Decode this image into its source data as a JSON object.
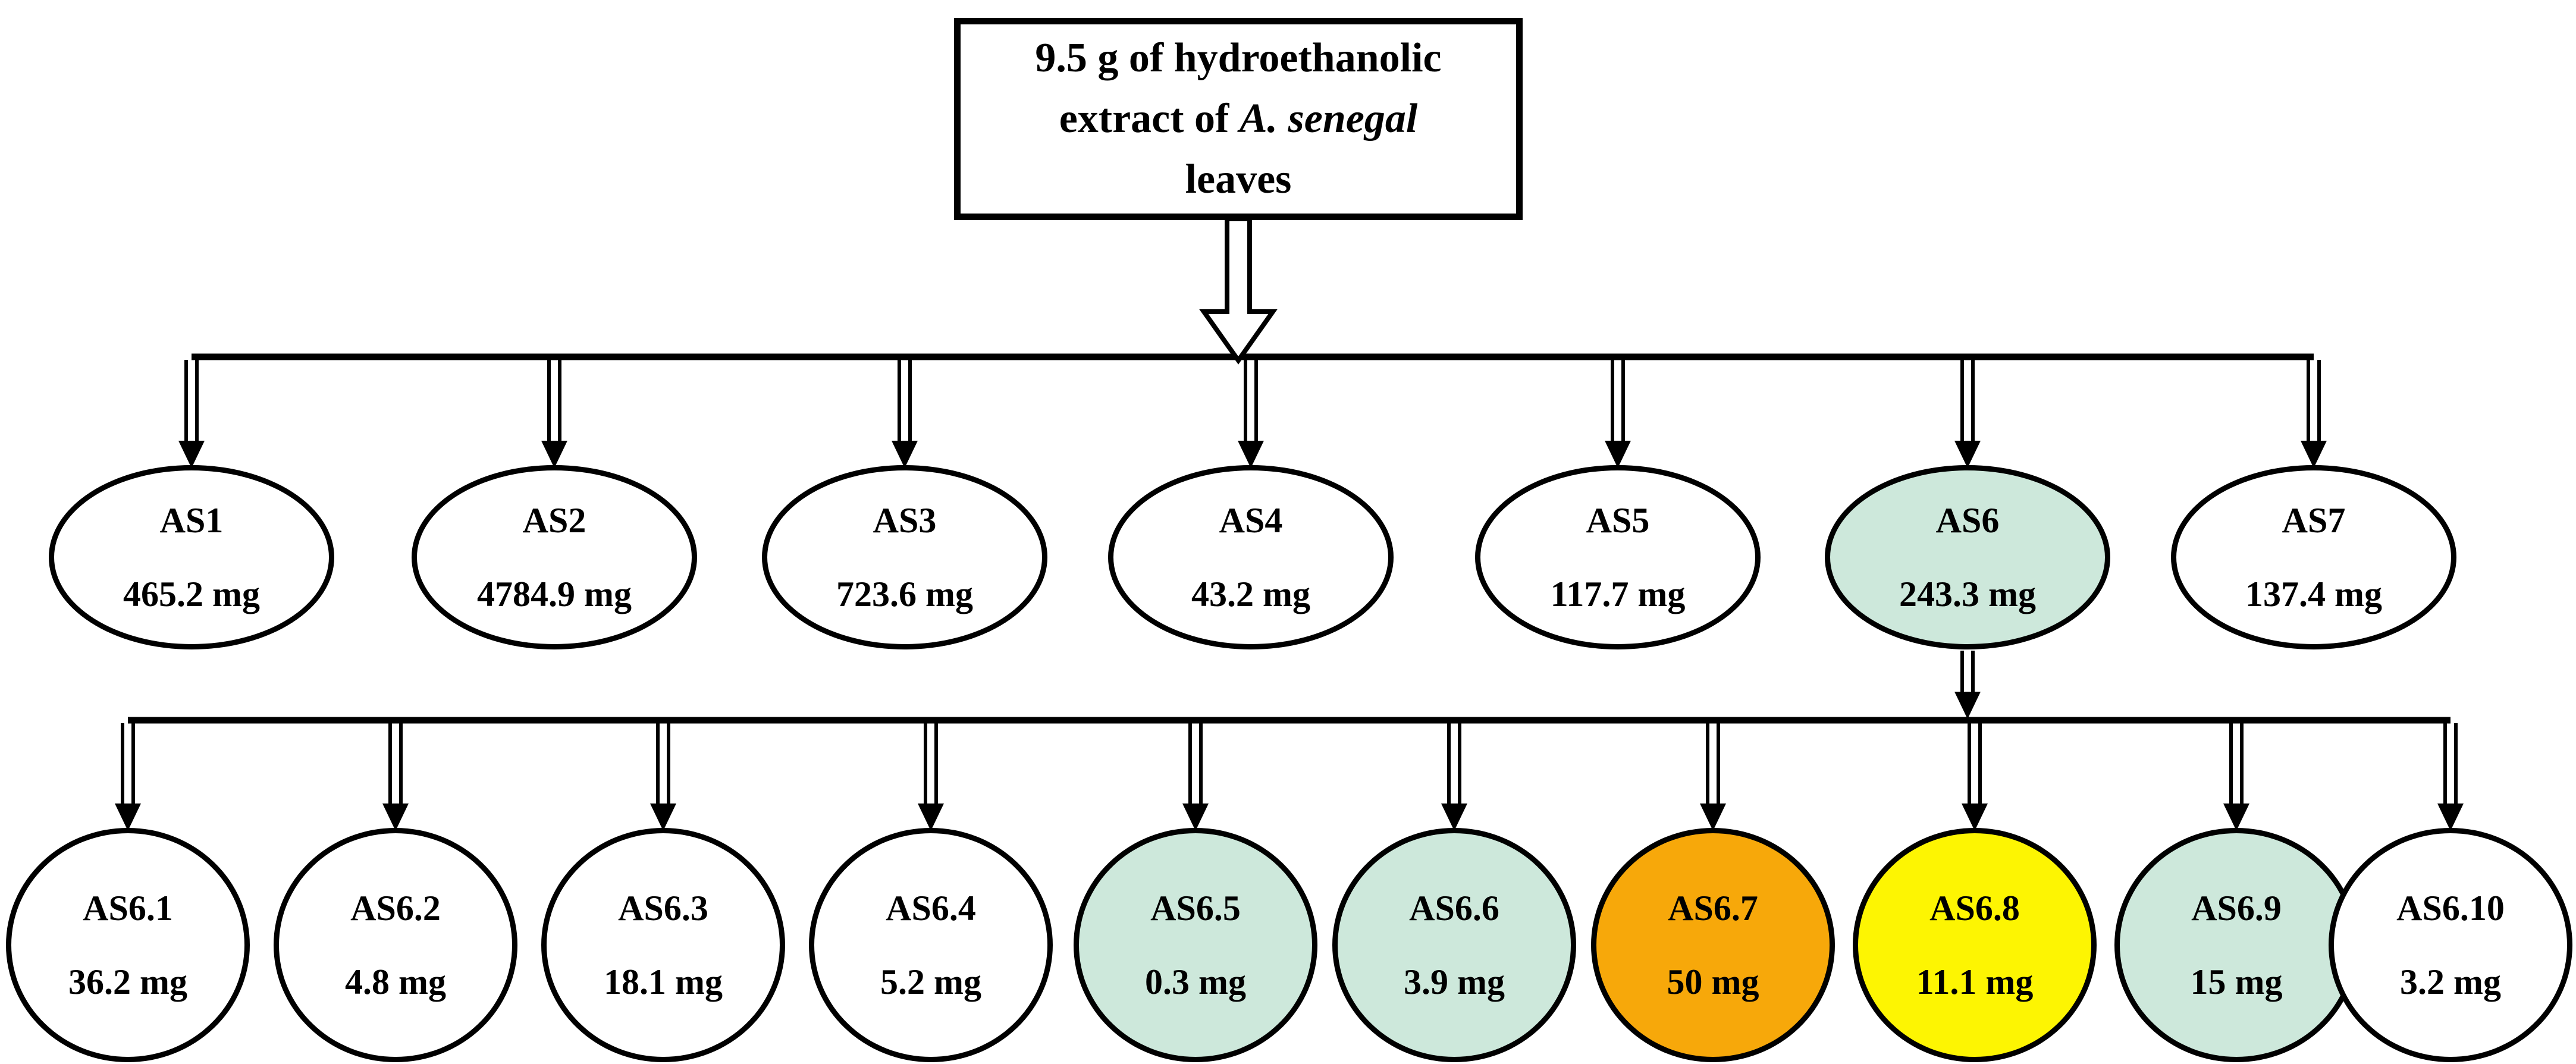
{
  "root_box": {
    "line1": "9.5 g of hydroethanolic",
    "line2_prefix": "extract of ",
    "line2_italic": "A. senegal",
    "line3": "leaves"
  },
  "colors": {
    "white": "#ffffff",
    "teal": "#cde8db",
    "orange": "#f7a80a",
    "yellow": "#fdf502",
    "line": "#000000"
  },
  "fractions": [
    {
      "label": "AS1",
      "mass": "465.2 mg",
      "fill": "white"
    },
    {
      "label": "AS2",
      "mass": "4784.9 mg",
      "fill": "white"
    },
    {
      "label": "AS3",
      "mass": "723.6 mg",
      "fill": "white"
    },
    {
      "label": "AS4",
      "mass": "43.2 mg",
      "fill": "white"
    },
    {
      "label": "AS5",
      "mass": "117.7 mg",
      "fill": "white"
    },
    {
      "label": "AS6",
      "mass": "243.3 mg",
      "fill": "teal"
    },
    {
      "label": "AS7",
      "mass": "137.4 mg",
      "fill": "white"
    }
  ],
  "subfractions": [
    {
      "label": "AS6.1",
      "mass": "36.2 mg",
      "fill": "white"
    },
    {
      "label": "AS6.2",
      "mass": "4.8 mg",
      "fill": "white"
    },
    {
      "label": "AS6.3",
      "mass": "18.1 mg",
      "fill": "white"
    },
    {
      "label": "AS6.4",
      "mass": "5.2 mg",
      "fill": "white"
    },
    {
      "label": "AS6.5",
      "mass": "0.3 mg",
      "fill": "teal"
    },
    {
      "label": "AS6.6",
      "mass": "3.9 mg",
      "fill": "teal"
    },
    {
      "label": "AS6.7",
      "mass": "50 mg",
      "fill": "orange"
    },
    {
      "label": "AS6.8",
      "mass": "11.1 mg",
      "fill": "yellow"
    },
    {
      "label": "AS6.9",
      "mass": "15 mg",
      "fill": "teal"
    },
    {
      "label": "AS6.10",
      "mass": "3.2 mg",
      "fill": "white"
    }
  ]
}
